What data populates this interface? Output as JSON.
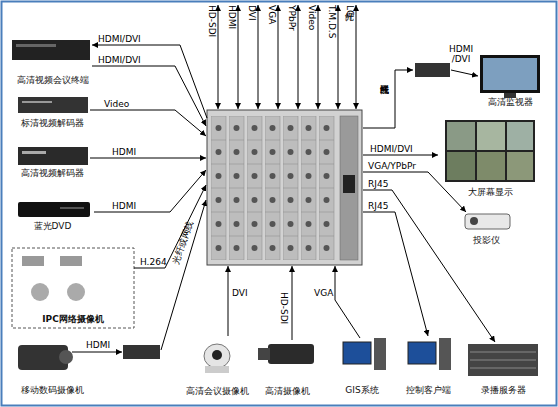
{
  "diagram": {
    "nodes": [
      {
        "text": [
          "高清视频会议终端"
        ]
      },
      {
        "text": [
          "标清视频解码器"
        ]
      },
      {
        "text": [
          "高清视频解码器"
        ]
      },
      {
        "text": [
          "蓝光DVD"
        ]
      },
      {
        "text": [
          "IPC网络摄像机"
        ]
      },
      {
        "text": [
          "移动数码摄像机"
        ]
      },
      {
        "text": [
          "高清会议摄像机"
        ]
      },
      {
        "text": [
          "高清摄像机"
        ]
      },
      {
        "text": [
          "GIS系统"
        ]
      },
      {
        "text": [
          "控制客户端"
        ]
      },
      {
        "text": [
          "录播服务器"
        ]
      },
      {
        "text": [
          "高清监视器"
        ]
      },
      {
        "text": [
          "大屏幕显示"
        ]
      },
      {
        "text": [
          "投影仪"
        ]
      }
    ],
    "labels": [
      "HD-SDI",
      "HDMI",
      "DVI",
      "VGA",
      "YPbPr",
      "Video",
      "T.M.D.S",
      "光纤LC",
      "HDMI/DVI",
      "HDMI/DVI",
      "Video",
      "HDMI",
      "HDMI",
      "H.264",
      "光纤或网线",
      "HDMI",
      "光纤或网线",
      "HDMI /DVI",
      "HDMI/DVI",
      "VGA/YPbPr",
      "RJ45",
      "RJ45",
      "DVI",
      "HD-SDI",
      "VGA"
    ]
  }
}
